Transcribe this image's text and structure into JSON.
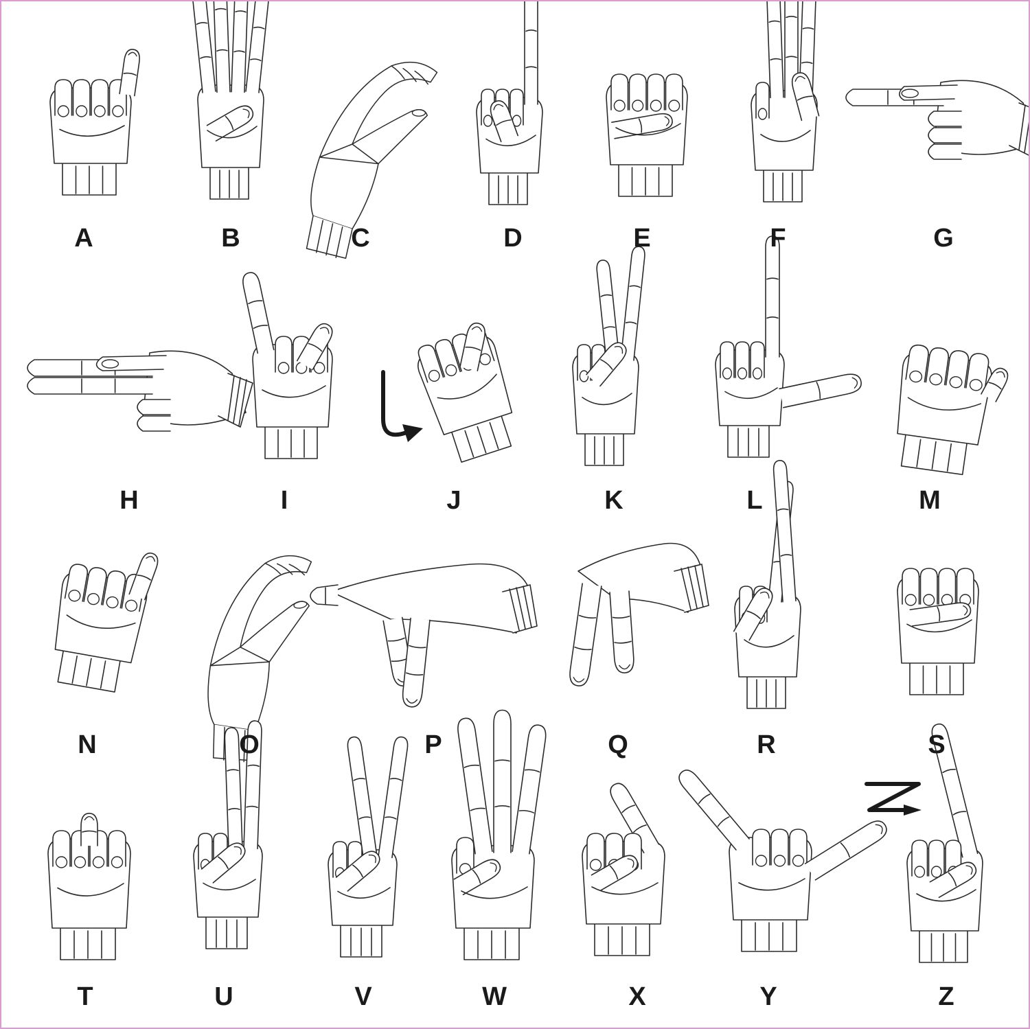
{
  "letters": [
    "A",
    "B",
    "C",
    "D",
    "E",
    "F",
    "G",
    "H",
    "I",
    "J",
    "K",
    "L",
    "M",
    "N",
    "O",
    "P",
    "Q",
    "R",
    "S",
    "T",
    "U",
    "V",
    "W",
    "X",
    "Y",
    "Z"
  ],
  "colors": {
    "border": "#d99bd0",
    "ink": "#1a1a1a",
    "background": "#ffffff"
  },
  "motion_marks": {
    "J": "curved-arrow",
    "Z": "z-arrow"
  }
}
